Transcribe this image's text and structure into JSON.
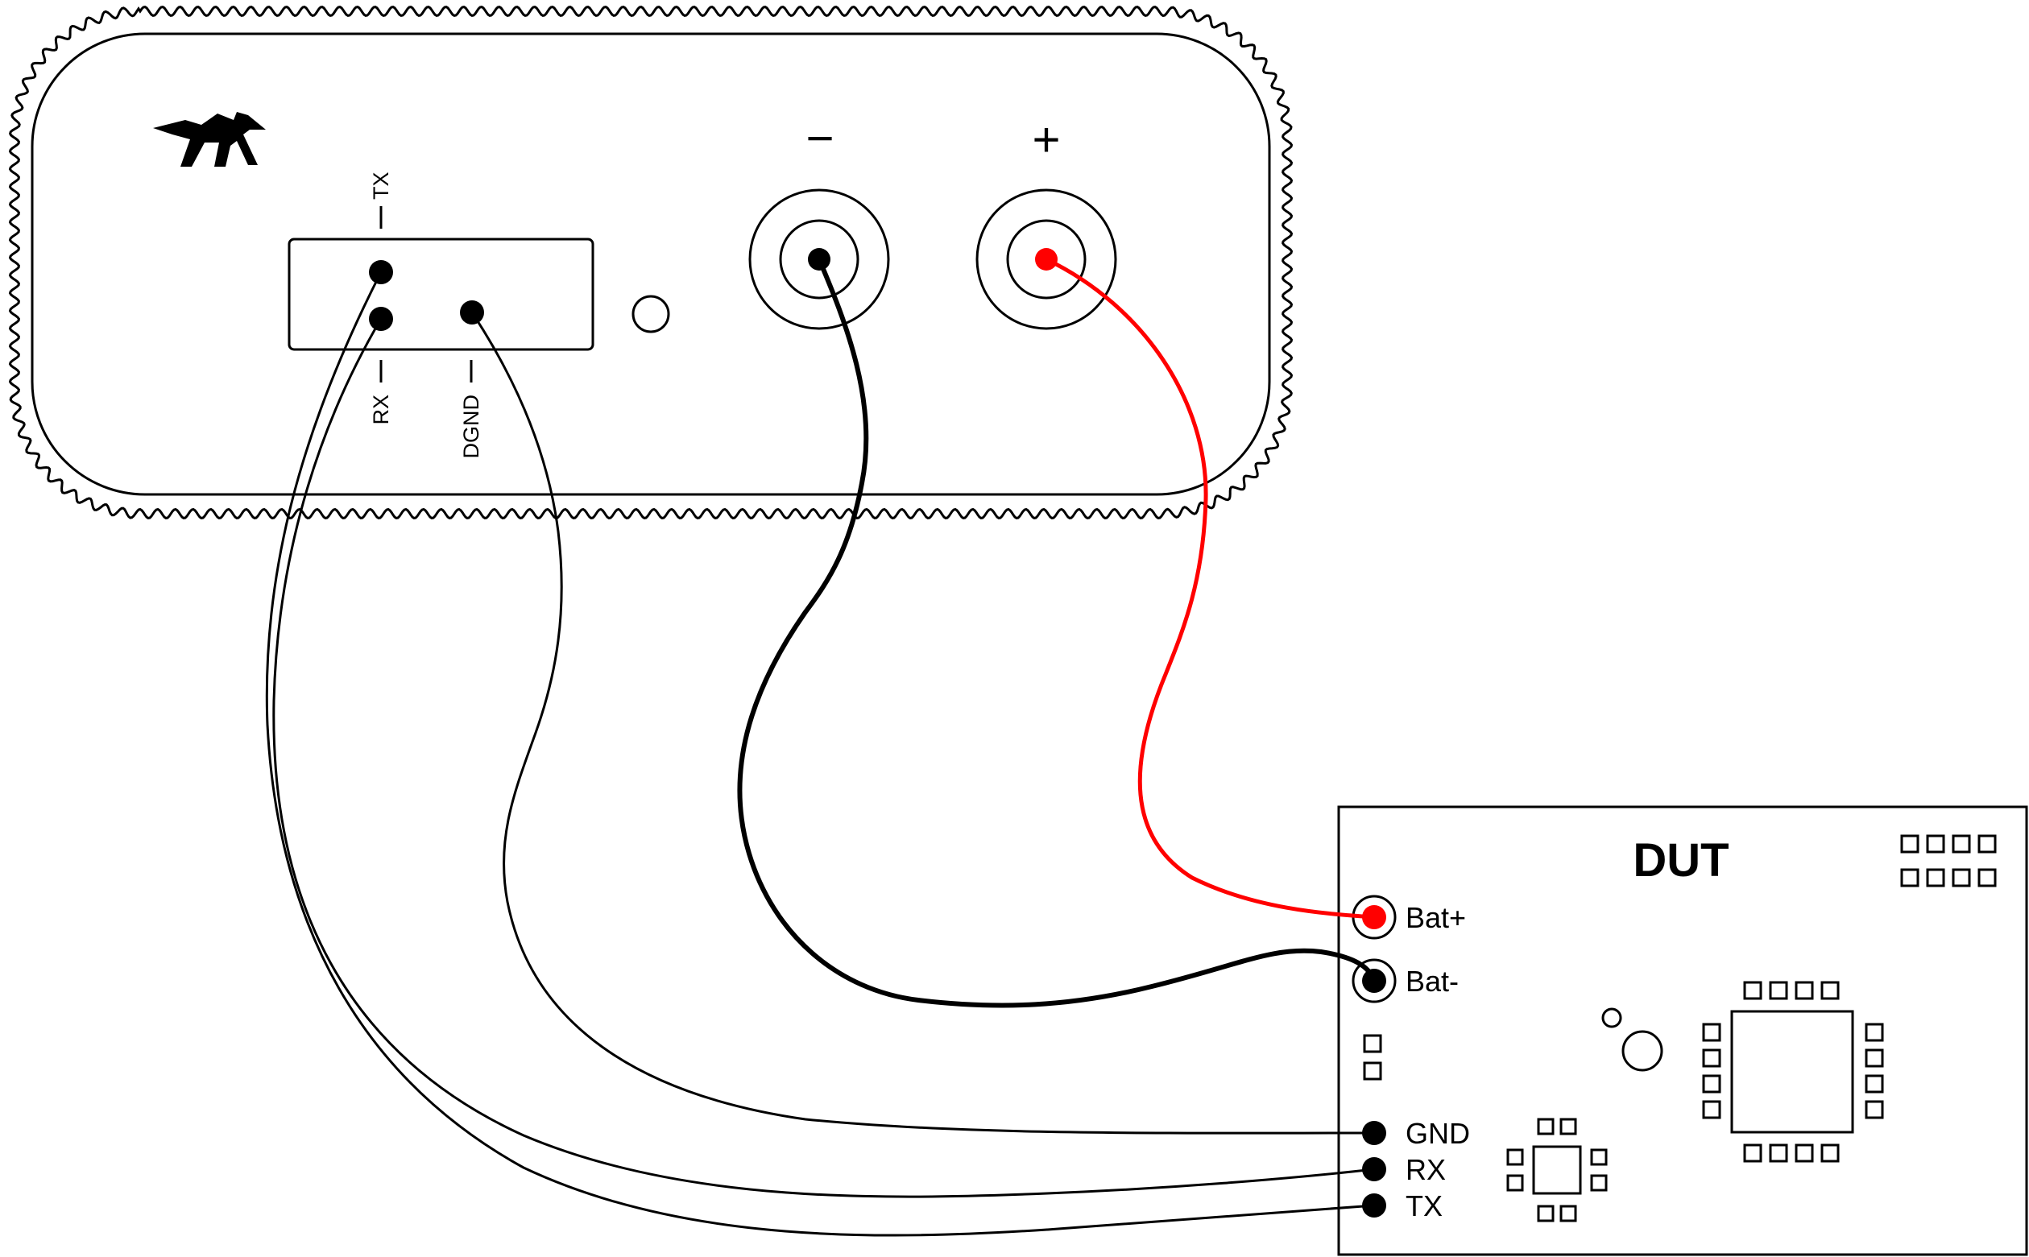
{
  "device": {
    "logo_icon": "bear-logo-icon",
    "serial_header": {
      "tx_label": "TX",
      "rx_label": "RX",
      "dgnd_label": "DGND"
    },
    "minus_label": "−",
    "plus_label": "+"
  },
  "dut": {
    "title": "DUT",
    "pins": {
      "bat_plus": "Bat+",
      "bat_minus": "Bat-",
      "gnd": "GND",
      "rx": "RX",
      "tx": "TX"
    }
  },
  "colors": {
    "outline": "#000000",
    "positive_wire": "#ff0000",
    "background": "#ffffff"
  }
}
